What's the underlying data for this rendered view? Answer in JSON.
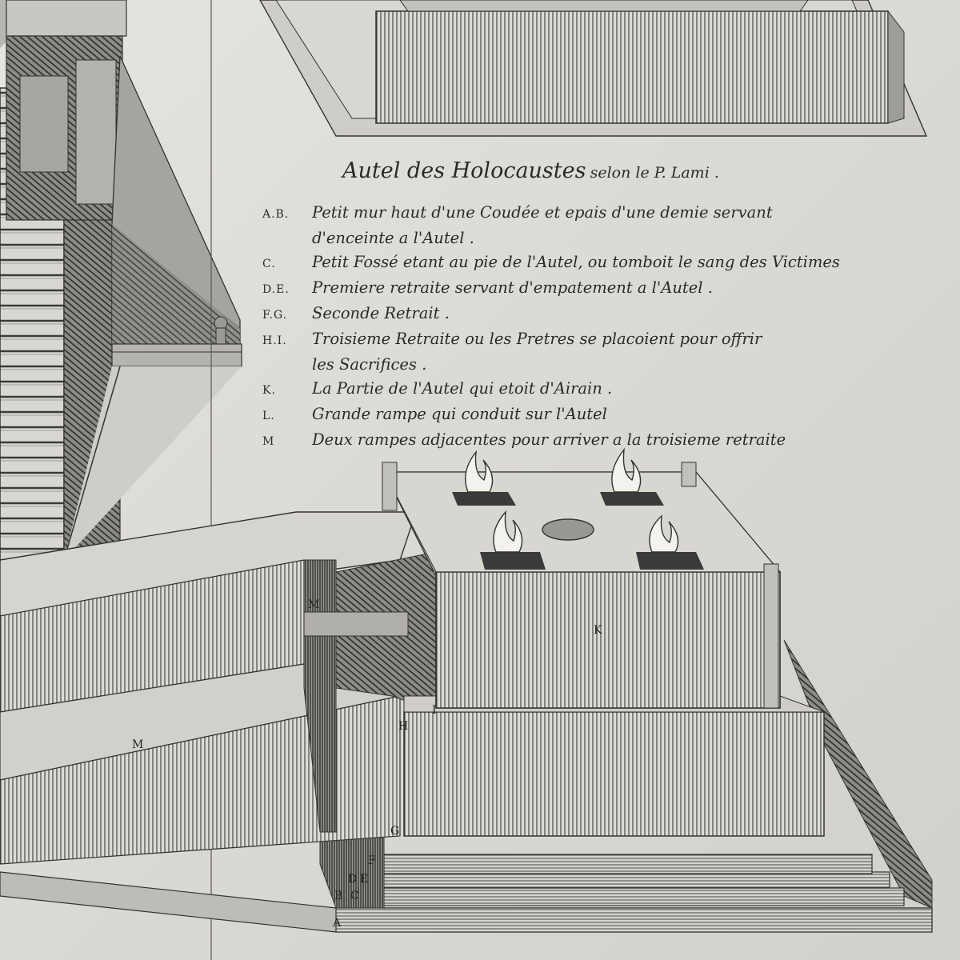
{
  "title": {
    "main": "Autel des Holocaustes",
    "sub": "selon le P. Lami ."
  },
  "legend": [
    {
      "key": "A.B.",
      "text": "Petit mur haut d'une Coudée et epais d'une demie servant"
    },
    {
      "key": "",
      "text": "d'enceinte a l'Autel ."
    },
    {
      "key": "C.",
      "text": "Petit Fossé etant au pie de l'Autel, ou tomboit le sang des Victimes"
    },
    {
      "key": "D.E.",
      "text": "Premiere retraite servant d'empatement a l'Autel ."
    },
    {
      "key": "F.G.",
      "text": "Seconde Retrait ."
    },
    {
      "key": "H.I.",
      "text": "Troisieme Retraite ou les Pretres se placoient pour offrir"
    },
    {
      "key": "",
      "text": "les Sacrifices ."
    },
    {
      "key": "K.",
      "text": "La Partie de l'Autel qui etoit d'Airain ."
    },
    {
      "key": "L.",
      "text": "Grande rampe qui conduit sur l'Autel"
    },
    {
      "key": "M",
      "text": "Deux rampes adjacentes pour arriver a la troisieme retraite"
    }
  ],
  "figure_labels": {
    "A": "A",
    "B": "B",
    "C": "C",
    "D": "D",
    "E": "E",
    "F": "F",
    "G": "G",
    "H": "H",
    "I": "I",
    "K": "K",
    "M1": "M",
    "M2": "M"
  },
  "colors": {
    "ink": "#2a2a2a",
    "paper": "#e2e0da"
  }
}
